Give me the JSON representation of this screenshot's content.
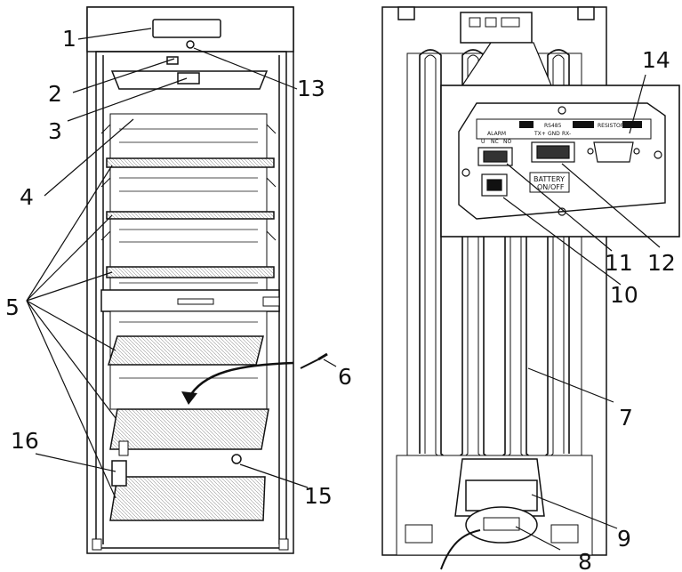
{
  "callouts": {
    "c1": "1",
    "c2": "2",
    "c3": "3",
    "c4": "4",
    "c5": "5",
    "c6": "6",
    "c7": "7",
    "c8": "8",
    "c9": "9",
    "c10": "10",
    "c11": "11",
    "c12": "12",
    "c13": "13",
    "c14": "14",
    "c15": "15",
    "c16": "16"
  },
  "panel_labels": {
    "alarm": "ALARM",
    "alarm_u": "U",
    "alarm_nc": "NC",
    "alarm_no": "NO",
    "rs485": "RS485",
    "rs485_tx": "TX+",
    "rs485_gnd": "GND",
    "rs485_rx": "RX-",
    "resistor": "RESISTOR",
    "battery_line1": "BATTERY",
    "battery_line2": "ON/OFF"
  },
  "colors": {
    "ink": "#111111",
    "paper": "#ffffff",
    "shade": "#d9d9d9"
  }
}
